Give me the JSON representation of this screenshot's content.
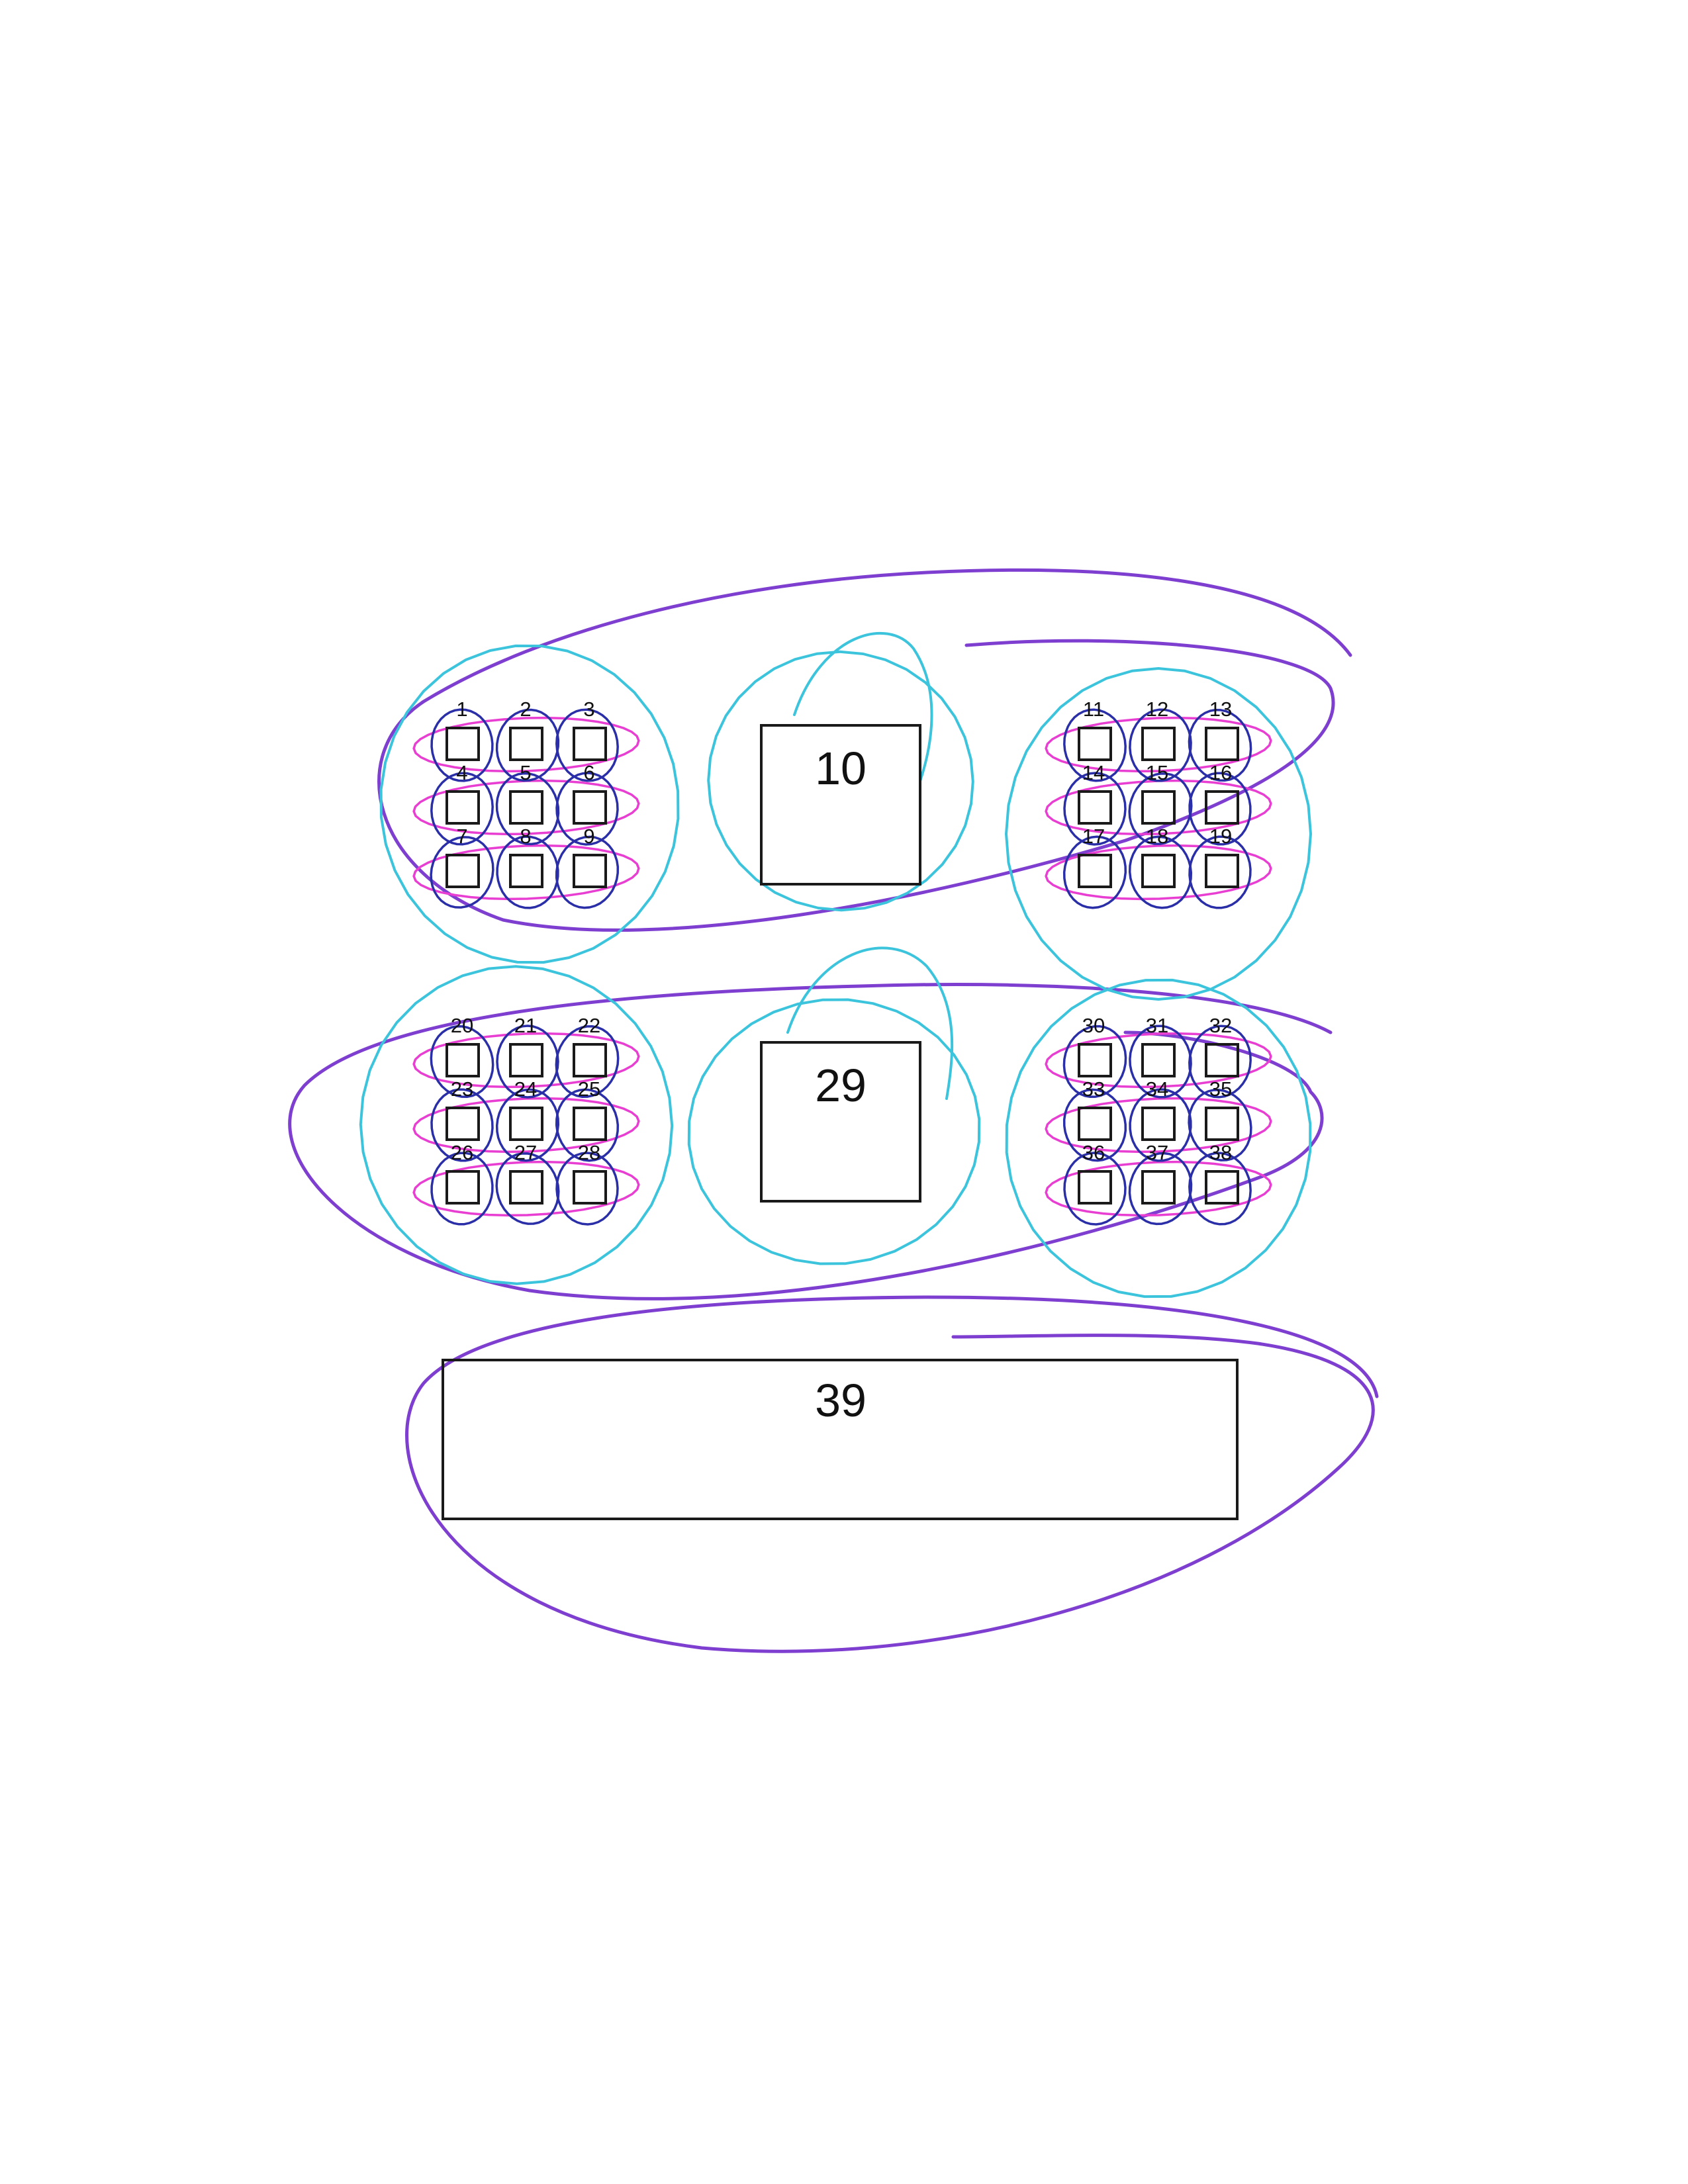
{
  "colors": {
    "box_stroke": "#1a1a1a",
    "label": "#111111",
    "pen_purple": "#7e3fd0",
    "pen_cyan": "#3cc4dc",
    "pen_navy": "#2a2fa8",
    "pen_magenta": "#e83fd2"
  },
  "grids": [
    {
      "name": "grid-top-left",
      "labels": [
        "1",
        "2",
        "3",
        "4",
        "5",
        "6",
        "7",
        "8",
        "9"
      ]
    },
    {
      "name": "grid-top-right",
      "labels": [
        "11",
        "12",
        "13",
        "14",
        "15",
        "16",
        "17",
        "18",
        "19"
      ]
    },
    {
      "name": "grid-middle-left",
      "labels": [
        "20",
        "21",
        "22",
        "23",
        "24",
        "25",
        "26",
        "27",
        "28"
      ]
    },
    {
      "name": "grid-middle-right",
      "labels": [
        "30",
        "31",
        "32",
        "33",
        "34",
        "35",
        "36",
        "37",
        "38"
      ]
    }
  ],
  "blocks": {
    "top_center": "10",
    "middle_center": "29",
    "bottom_wide": "39"
  }
}
